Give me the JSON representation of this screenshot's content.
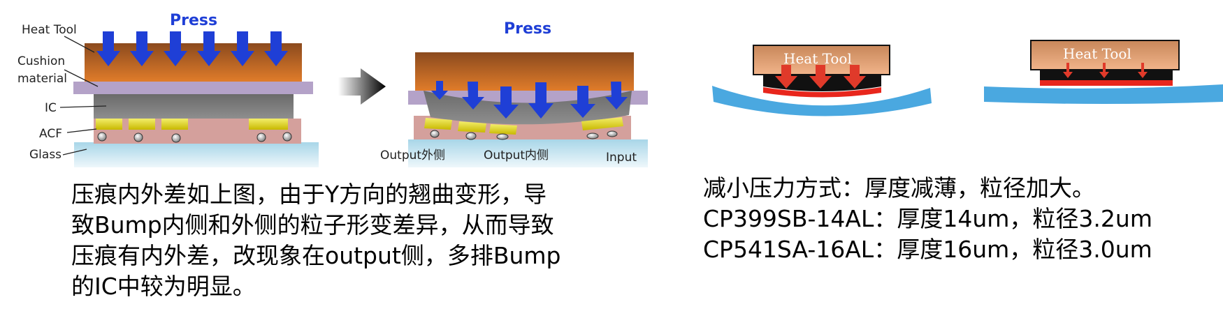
{
  "left_figure": {
    "press_label": "Press",
    "labels": {
      "heat_tool": "Heat Tool",
      "cushion_line1": "Cushion",
      "cushion_line2": "material",
      "ic": "IC",
      "acf": "ACF",
      "glass": "Glass"
    }
  },
  "middle_figure": {
    "press_label": "Press",
    "output_outer": "Output外侧",
    "output_inner": "Output内侧",
    "input": "Input"
  },
  "right_figures": {
    "heat_tool_1": "Heat Tool",
    "heat_tool_2": "Heat Tool"
  },
  "text_left": {
    "lines": [
      "压痕内外差如上图，由于Y方向的翘曲变形，导",
      "致Bump内侧和外侧的粒子形变差异，从而导致",
      "压痕有内外差，改现象在output侧，多排Bump",
      "的IC中较为明显。"
    ]
  },
  "text_right": {
    "lines": [
      "减小压力方式：厚度减薄，粒径加大。",
      "CP399SB-14AL：厚度14um，粒径3.2um",
      "CP541SA-16AL：厚度16um，粒径3.0um"
    ]
  },
  "colors": {
    "press_arrow": "#1f3fd6",
    "press_label": "#1f3fd6",
    "heat_tool_top": "#8b4a1e",
    "heat_tool_bottom": "#e07c2a",
    "cushion": "#b4a2c8",
    "ic": "#7d7d7d",
    "acf": "#d4a09c",
    "bump": "#e6de2a",
    "glass": "#bfe0ec",
    "glass_bend": "#4aa8e0",
    "pressure_arrow": "#e03a2a",
    "pad_red": "#e8261c"
  }
}
